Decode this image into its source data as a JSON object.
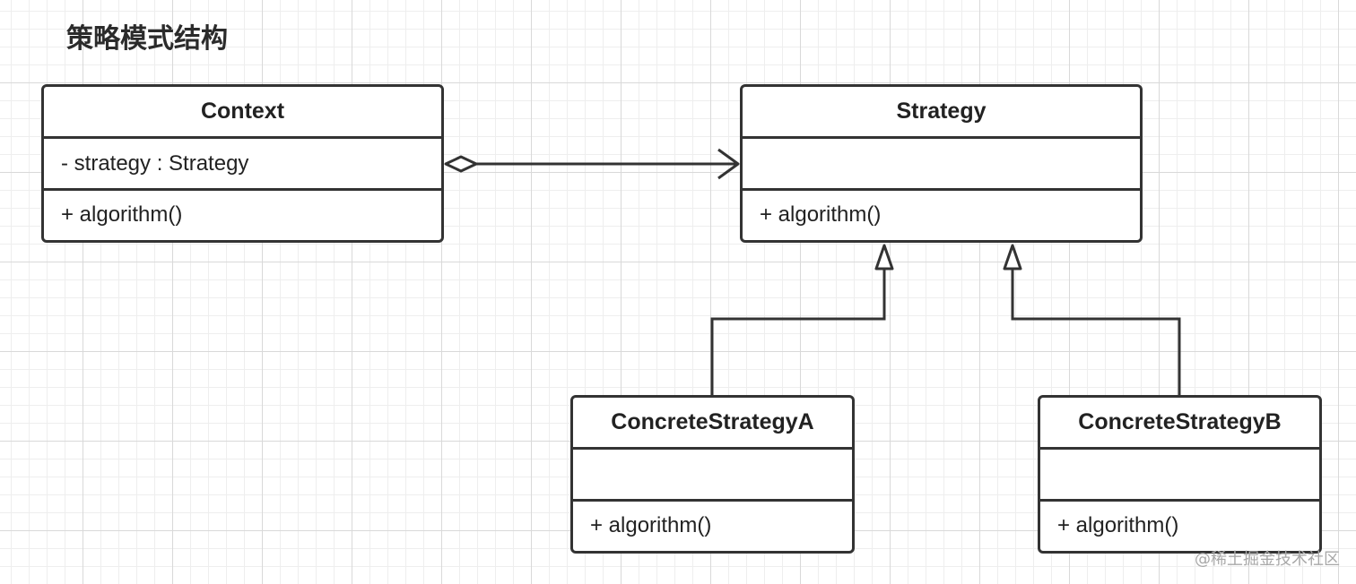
{
  "title": "策略模式结构",
  "classes": {
    "context": {
      "name": "Context",
      "attribute": "- strategy : Strategy",
      "operation": "+ algorithm()"
    },
    "strategy": {
      "name": "Strategy",
      "attribute": "",
      "operation": "+ algorithm()"
    },
    "concrete_a": {
      "name": "ConcreteStrategyA",
      "attribute": "",
      "operation": "+ algorithm()"
    },
    "concrete_b": {
      "name": "ConcreteStrategyB",
      "attribute": "",
      "operation": "+ algorithm()"
    }
  },
  "relations": [
    {
      "type": "aggregation",
      "from": "Context",
      "to": "Strategy"
    },
    {
      "type": "generalization",
      "from": "ConcreteStrategyA",
      "to": "Strategy"
    },
    {
      "type": "generalization",
      "from": "ConcreteStrategyB",
      "to": "Strategy"
    }
  ],
  "watermark": "@稀土掘金技术社区",
  "colors": {
    "stroke": "#333333",
    "grid_major": "#d9d9d9",
    "grid_minor": "#eeeeee",
    "watermark": "#a8a8a8"
  }
}
